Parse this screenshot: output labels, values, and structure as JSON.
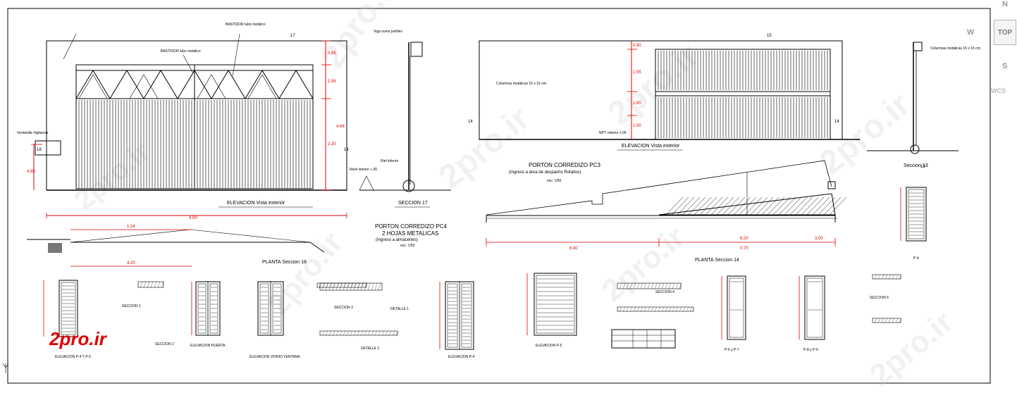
{
  "viewcube": {
    "top": "TOP",
    "north": "N",
    "west": "W",
    "south": "S",
    "wcs": "WCS"
  },
  "logo": {
    "text": "2pro.ir"
  },
  "watermark": {
    "text": "2pro.ir"
  },
  "pc4": {
    "elevation_title": "ELEVACION Vista exterior",
    "section_title": "SECCION 17",
    "plan_title": "PLANTA Seccion 18",
    "title1": "PORTON CORREDIZO PC4",
    "title2": "2 HOJAS METALICAS",
    "title3": "(Ingreso a almacenes)",
    "scale": "esc: 1/50",
    "dims": [
      "0.65",
      "1.56",
      "4.66",
      "2.20",
      "1.24",
      "4.00",
      "4.85",
      "4.20"
    ],
    "ventanilla": "Ventanilla Vigilancia",
    "viga": "Viga sumo perfiles",
    "bastidor": "BASTIDOR tubo metálico",
    "nivel": "Nivel interior +.05",
    "tag_14": "14",
    "tag_17": "17",
    "tag_18": "18"
  },
  "pc3": {
    "elevation_title": "ELEVACION Vista exterior",
    "section_title": "Seccion 13",
    "plan_title": "PLANTA Seccion 14",
    "title1": "PORTON CORREDIZO PC3",
    "title2": "(Ingreso a área de despacho Rotativo)",
    "scale": "esc: 1/50",
    "dims": [
      "0.80",
      "1.55",
      "1.60",
      "1.00",
      "6.40",
      "0.70",
      "6.20",
      "3.00"
    ],
    "columnas": "Columnas metálicas 15 x 15 cm.",
    "tag_14": "14",
    "tag_15": "15",
    "tag_13": "13",
    "npt": "NPT. interior ±.05"
  },
  "details": {
    "labels": [
      "ELEVACION P-4 Y P-5",
      "ELEVACION PUERTA",
      "ELEVACION VIDRIO VENTANA",
      "ELEVACION P-4",
      "ELEVACION P-5",
      "P-6 y P-7",
      "P-8 y P-9",
      "P-4",
      "DETALLE 1",
      "DETALLE 2",
      "SECCION 1",
      "SECCION 2",
      "SECCION 3",
      "SECCION 4",
      "SECCION 5"
    ]
  }
}
